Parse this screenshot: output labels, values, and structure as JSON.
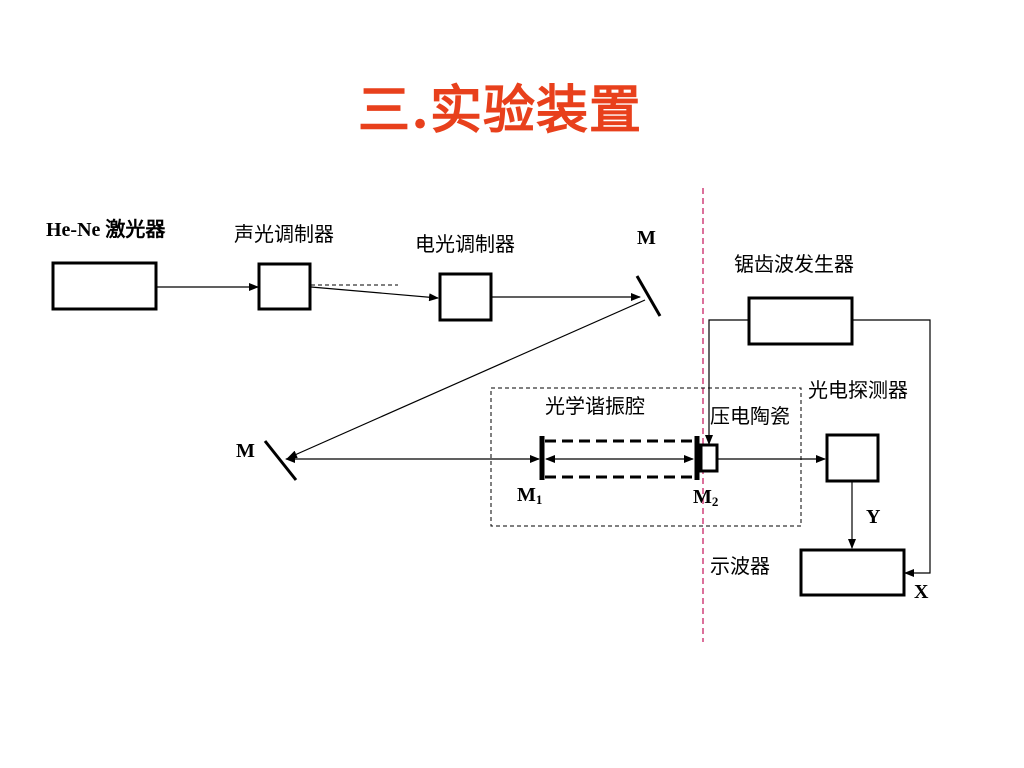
{
  "title": "三.实验装置",
  "labels": {
    "laser": "He-Ne 激光器",
    "ao_modulator": "声光调制器",
    "eo_modulator": "电光调制器",
    "mirror_top": "M",
    "sawtooth": "锯齿波发生器",
    "photodetector": "光电探测器",
    "cavity": "光学谐振腔",
    "piezo": "压电陶瓷",
    "mirror_left": "M",
    "m1_main": "M",
    "m1_sub": "1",
    "m2_main": "M",
    "m2_sub": "2",
    "y_channel": "Y",
    "oscilloscope": "示波器",
    "x_channel": "X"
  },
  "colors": {
    "title": "#e8401c",
    "divider": "#d0407a",
    "stroke": "#000000"
  }
}
